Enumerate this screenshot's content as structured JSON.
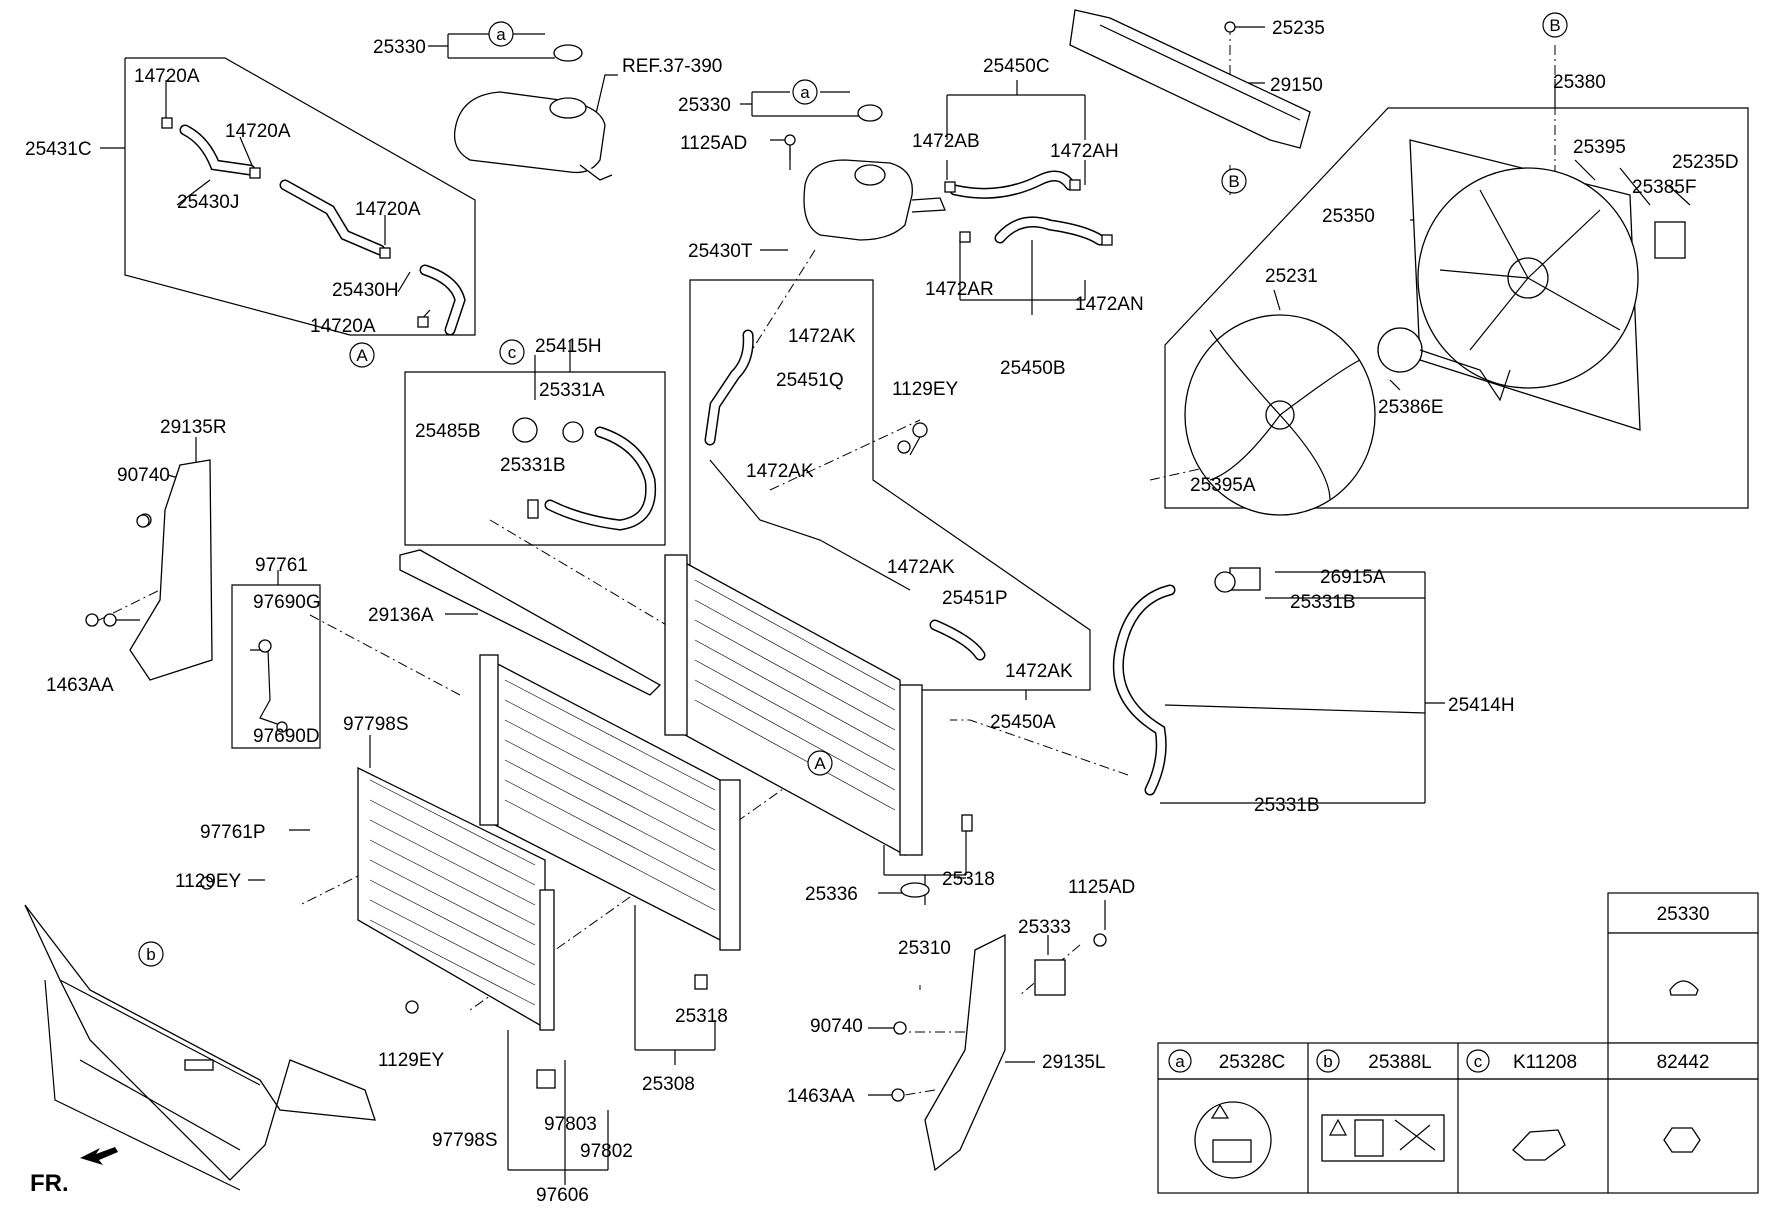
{
  "labels": {
    "l01": "25330",
    "l02": "REF.37-390",
    "l03": "14720A",
    "l04": "25431C",
    "l05": "14720A",
    "l06": "25430J",
    "l07": "14720A",
    "l08": "25430H",
    "l09": "14720A",
    "l10": "25330",
    "l11": "1125AD",
    "l12": "25430T",
    "l13": "25450C",
    "l14": "1472AB",
    "l15": "1472AH",
    "l16": "1472AR",
    "l17": "1472AN",
    "l18": "25450B",
    "l19": "25235",
    "l20": "29150",
    "l21": "25380",
    "l22": "25395",
    "l23": "25235D",
    "l24": "25385F",
    "l25": "25350",
    "l26": "25231",
    "l27": "25386E",
    "l28": "25395A",
    "l29": "25415H",
    "l30": "25331A",
    "l31": "25485B",
    "l32": "25331B",
    "l33": "1472AK",
    "l34": "25451Q",
    "l35": "1129EY",
    "l36": "1472AK",
    "l37": "1472AK",
    "l38": "25451P",
    "l39": "1472AK",
    "l40": "25450A",
    "l41": "29135R",
    "l42": "90740",
    "l43": "1463AA",
    "l44": "97761",
    "l45": "97690G",
    "l46": "97690D",
    "l47": "29136A",
    "l48": "97798S",
    "l49": "97761P",
    "l50": "1129EY",
    "l51": "26915A",
    "l52": "25331B",
    "l53": "25414H",
    "l54": "25331B",
    "l55": "25336",
    "l56": "25318",
    "l57": "25310",
    "l58": "1125AD",
    "l59": "25333",
    "l60": "90740",
    "l61": "29135L",
    "l62": "1463AA",
    "l63": "25318",
    "l64": "25308",
    "l65": "1129EY",
    "l66": "97803",
    "l67": "97798S",
    "l68": "97802",
    "l69": "97606",
    "l70": "FR."
  },
  "callouts": {
    "a1": "a",
    "a2": "a",
    "A1": "A",
    "A2": "A",
    "B1": "B",
    "B2": "B",
    "b1": "b",
    "c1": "c"
  },
  "legend": {
    "top_part": "25330",
    "items": [
      {
        "letter": "a",
        "part": "25328C"
      },
      {
        "letter": "b",
        "part": "25388L"
      },
      {
        "letter": "c",
        "part": "K11208"
      },
      {
        "letter": "",
        "part": "82442"
      }
    ]
  }
}
